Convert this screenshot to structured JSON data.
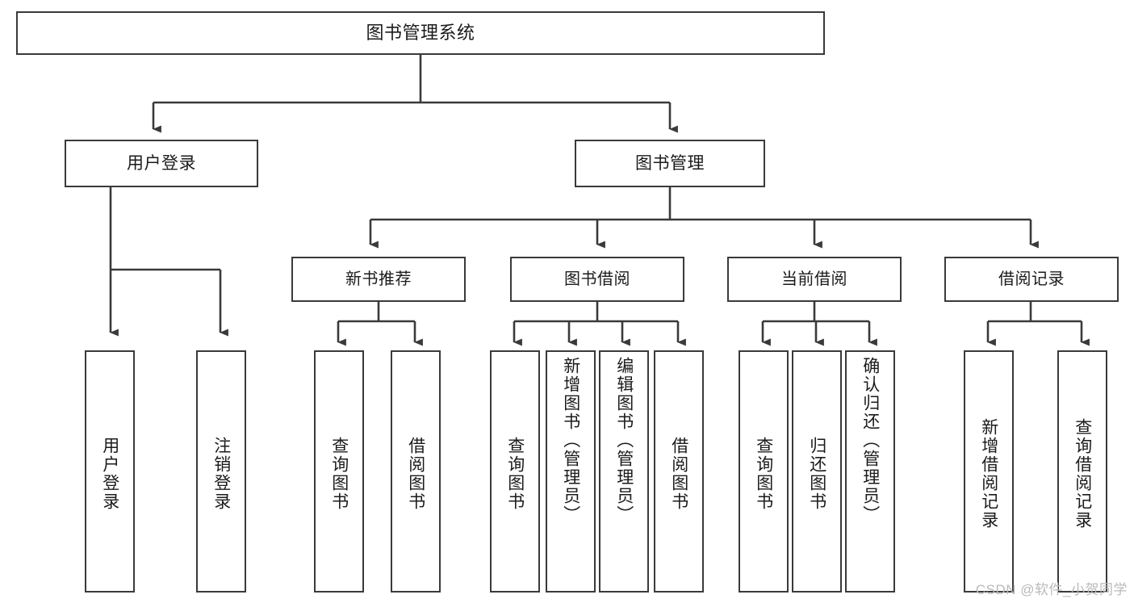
{
  "diagram": {
    "title": "图书管理系统",
    "type": "hierarchy-tree",
    "root": {
      "label": "图书管理系统"
    },
    "level2": [
      {
        "label": "用户登录"
      },
      {
        "label": "图书管理"
      }
    ],
    "level3": [
      {
        "label": "新书推荐"
      },
      {
        "label": "图书借阅"
      },
      {
        "label": "当前借阅"
      },
      {
        "label": "借阅记录"
      }
    ],
    "leaves": {
      "user_login": [
        {
          "label": "用户登录"
        },
        {
          "label": "注销登录"
        }
      ],
      "new_book_recommend": [
        {
          "label": "查询图书"
        },
        {
          "label": "借阅图书"
        }
      ],
      "book_borrow": [
        {
          "label": "查询图书"
        },
        {
          "label": "新增图书（管理员）"
        },
        {
          "label": "编辑图书（管理员）"
        },
        {
          "label": "借阅图书"
        }
      ],
      "current_borrow": [
        {
          "label": "查询图书"
        },
        {
          "label": "归还图书"
        },
        {
          "label": "确认归还（管理员）"
        }
      ],
      "borrow_record": [
        {
          "label": "新增借阅记录"
        },
        {
          "label": "查询借阅记录"
        }
      ]
    }
  },
  "watermark": {
    "text": "CSDN @软件_小贺同学"
  },
  "colors": {
    "border": "#3a3a3a",
    "text": "#1b1b1b",
    "background": "#ffffff",
    "watermark": "#b9b9b9"
  }
}
